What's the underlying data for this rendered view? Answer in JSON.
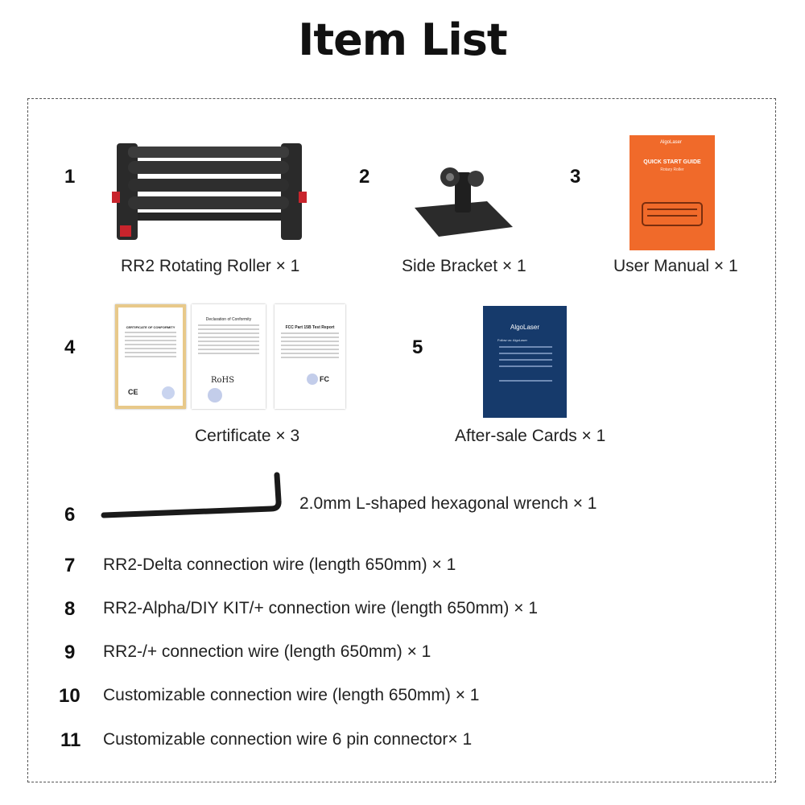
{
  "page": {
    "title": "Item List"
  },
  "items": [
    {
      "num": "1",
      "label": "RR2 Rotating Roller × 1"
    },
    {
      "num": "2",
      "label": "Side Bracket × 1"
    },
    {
      "num": "3",
      "label": "User Manual × 1"
    },
    {
      "num": "4",
      "label": "Certificate  × 3"
    },
    {
      "num": "5",
      "label": "After-sale Cards × 1"
    },
    {
      "num": "6",
      "label": "2.0mm L-shaped hexagonal wrench × 1"
    },
    {
      "num": "7",
      "label": "RR2-Delta connection wire (length 650mm) × 1"
    },
    {
      "num": "8",
      "label": "RR2-Alpha/DIY KIT/+ connection wire (length 650mm) × 1"
    },
    {
      "num": "9",
      "label": "RR2-/+ connection wire (length 650mm) × 1"
    },
    {
      "num": "10",
      "label": "Customizable connection wire (length 650mm) × 1"
    },
    {
      "num": "11",
      "label": "Customizable connection wire 6 pin connector× 1"
    }
  ],
  "manual": {
    "brand": "AlgoLaser",
    "heading": "QUICK START GUIDE",
    "sub": "Rotary Roller",
    "color": "#f06a2a"
  },
  "card": {
    "brand": "AlgoLaser",
    "text": "Follow us: AlgoLaser",
    "color": "#163a6b"
  },
  "certificates": [
    {
      "heading": "CERTIFICATE OF CONFORMITY",
      "mark": "CE"
    },
    {
      "heading": "Declaration of Conformity",
      "mark": "RoHS"
    },
    {
      "heading": "FCC Part 15B Test Report",
      "mark": "FC"
    }
  ]
}
